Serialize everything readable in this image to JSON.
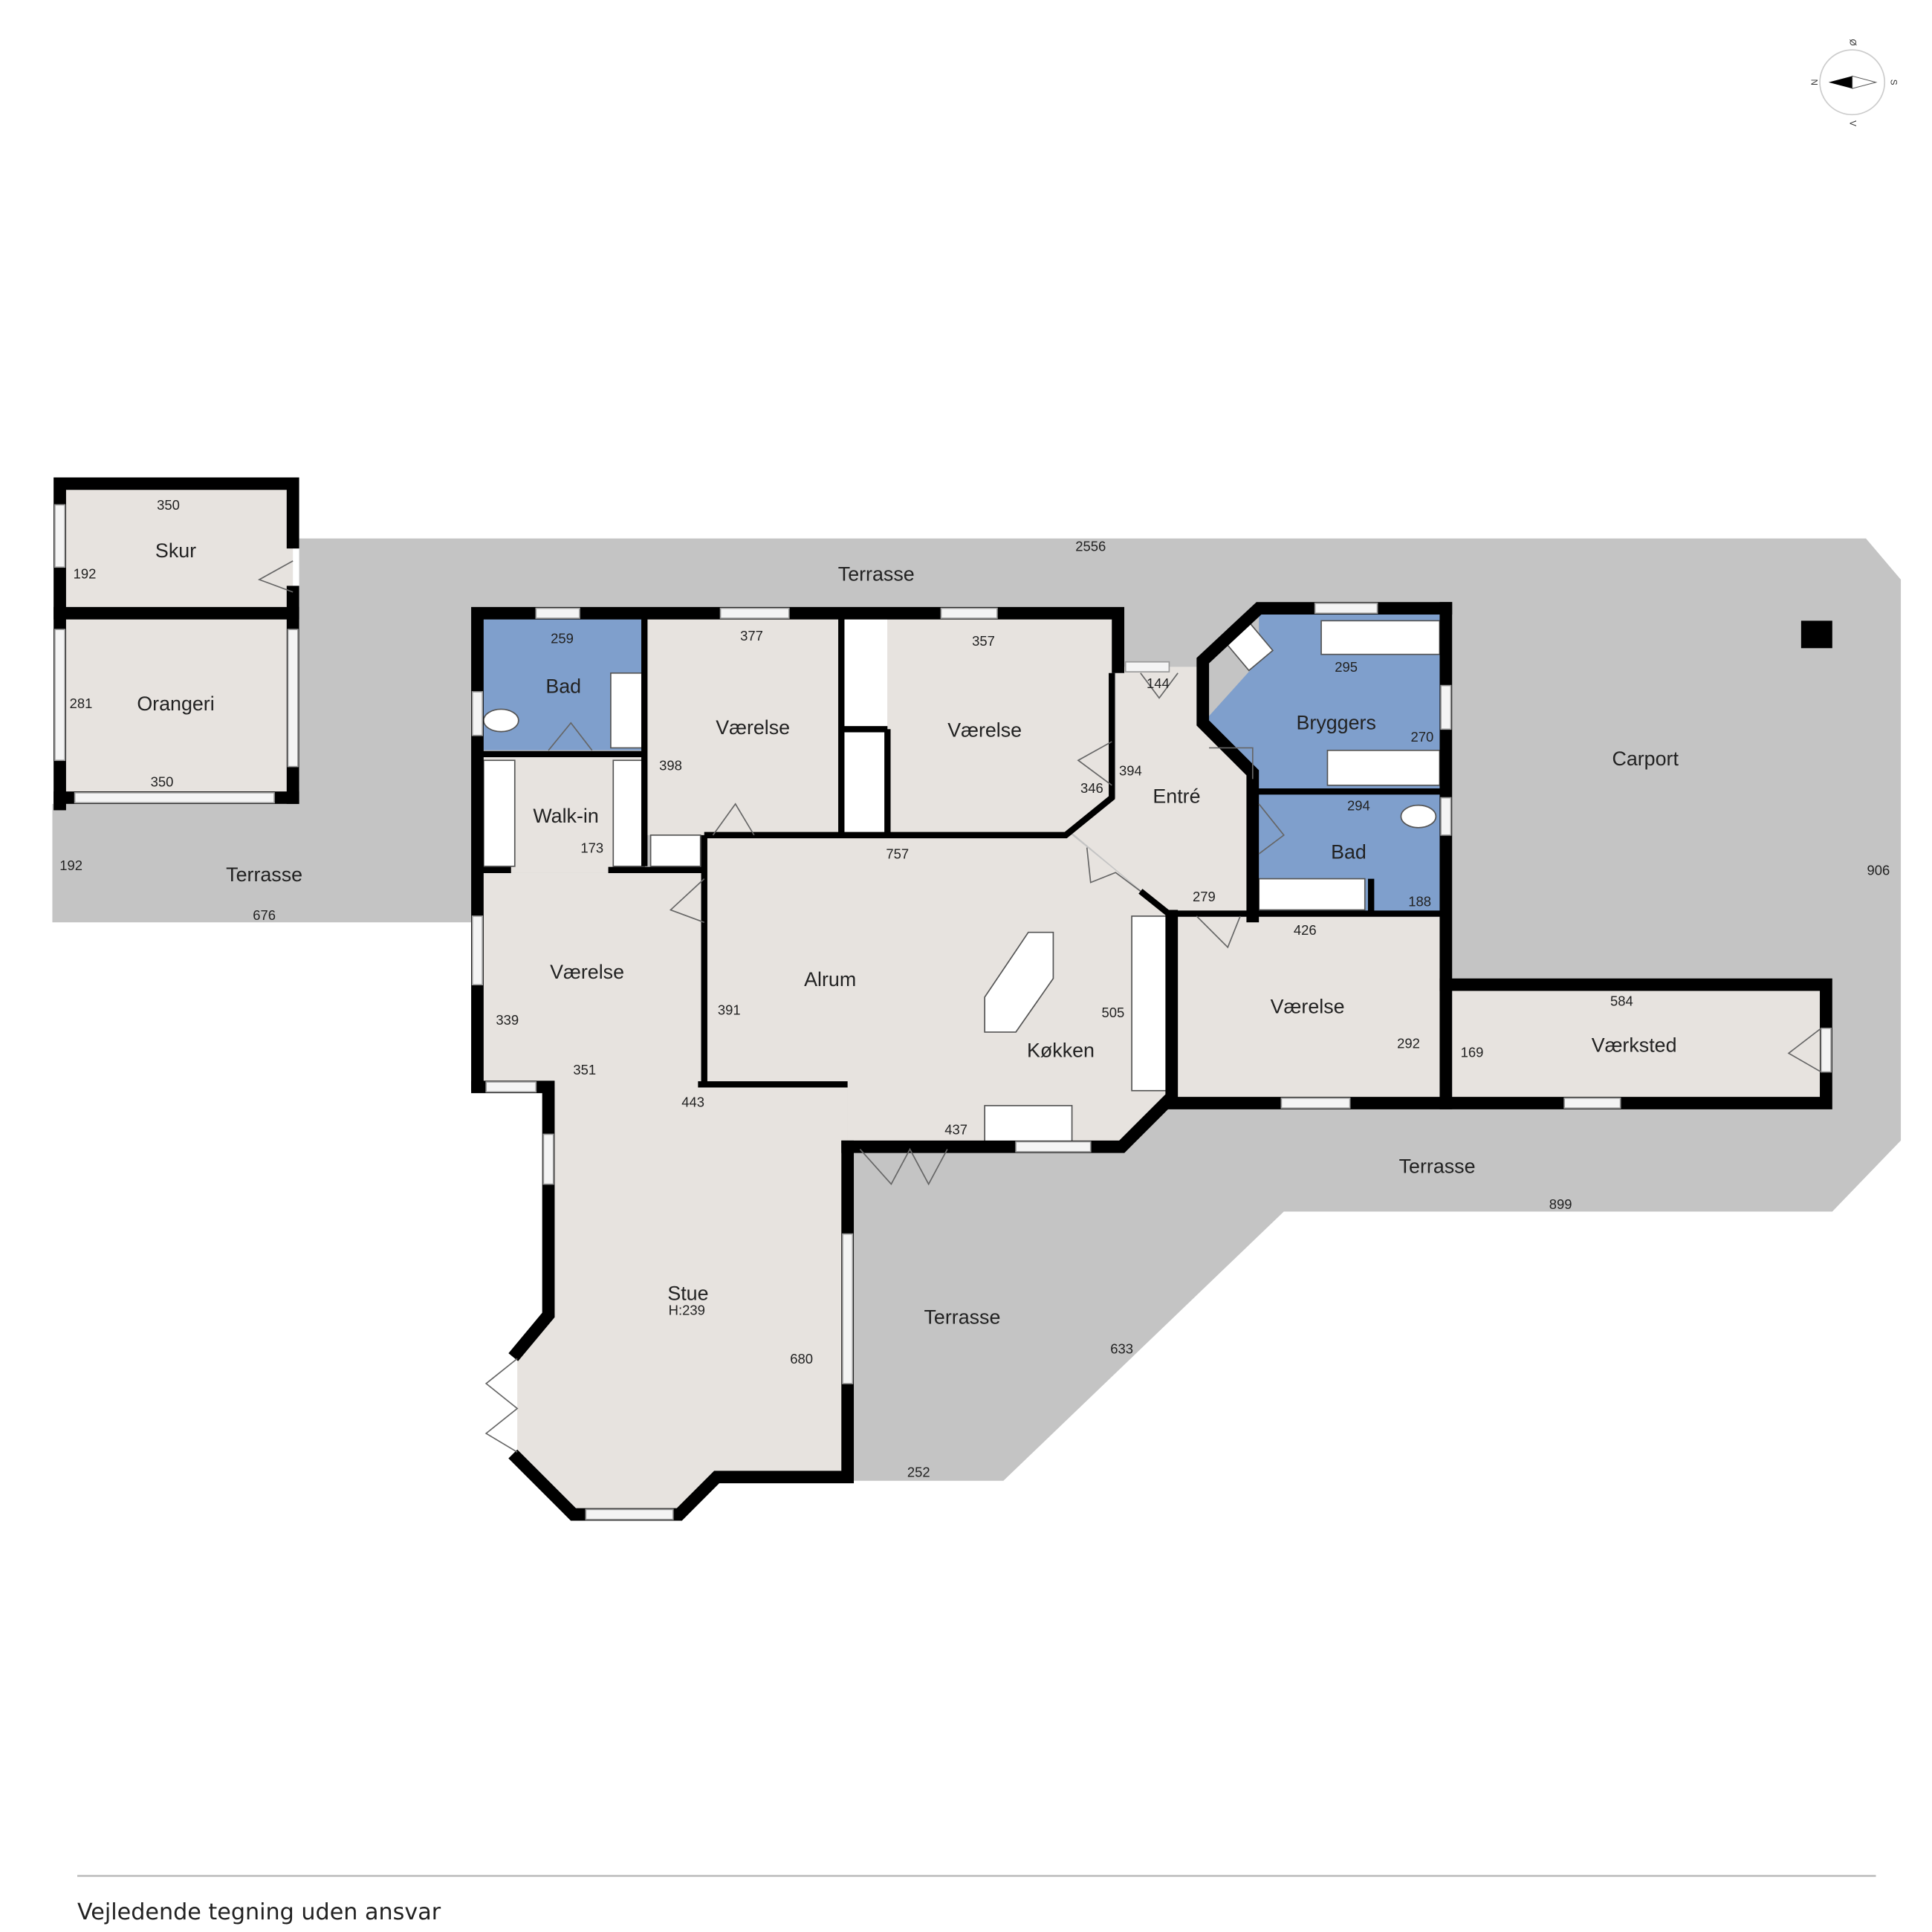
{
  "colors": {
    "terrace": "#c4c4c4",
    "room": "#e7e3df",
    "wet_room": "#7f9fcc",
    "wall": "#000000"
  },
  "compass": {
    "north": "N",
    "south": "S",
    "west": "V",
    "east": "Ø"
  },
  "rooms": {
    "skur": {
      "name": "Skur",
      "dims": [
        "350",
        "192"
      ]
    },
    "orangeri": {
      "name": "Orangeri",
      "dims": [
        "281",
        "350"
      ]
    },
    "bad1": {
      "name": "Bad",
      "dims": [
        "259"
      ]
    },
    "vaerelse1": {
      "name": "Værelse",
      "dims": [
        "377",
        "398"
      ]
    },
    "vaerelse2": {
      "name": "Værelse",
      "dims": [
        "357",
        "346"
      ]
    },
    "entre": {
      "name": "Entré",
      "dims": [
        "144",
        "394",
        "279"
      ]
    },
    "bryggers": {
      "name": "Bryggers",
      "dims": [
        "295",
        "270"
      ]
    },
    "bad2": {
      "name": "Bad",
      "dims": [
        "294",
        "188"
      ]
    },
    "walkin": {
      "name": "Walk-in",
      "dims": [
        "173"
      ]
    },
    "alrum": {
      "name": "Alrum",
      "dims": [
        "757",
        "391"
      ]
    },
    "kokken": {
      "name": "Køkken",
      "dims": [
        "505",
        "437"
      ]
    },
    "vaerelse3": {
      "name": "Værelse",
      "dims": [
        "339",
        "351"
      ]
    },
    "stue": {
      "name": "Stue",
      "height": "H:239",
      "dims": [
        "443",
        "680"
      ]
    },
    "vaerelse4": {
      "name": "Værelse",
      "dims": [
        "426",
        "292"
      ]
    },
    "vaerksted": {
      "name": "Værksted",
      "dims": [
        "584",
        "169"
      ]
    },
    "carport": {
      "name": "Carport",
      "dims": [
        "906"
      ]
    }
  },
  "terraces": {
    "top": {
      "name": "Terrasse",
      "dims": [
        "2556"
      ]
    },
    "left": {
      "name": "Terrasse",
      "dims": [
        "192",
        "676"
      ]
    },
    "right": {
      "name": "Terrasse",
      "dims": [
        "899"
      ]
    },
    "bottom": {
      "name": "Terrasse",
      "dims": [
        "633",
        "252"
      ]
    }
  },
  "footer": {
    "disclaimer": "Vejledende tegning uden ansvar"
  }
}
